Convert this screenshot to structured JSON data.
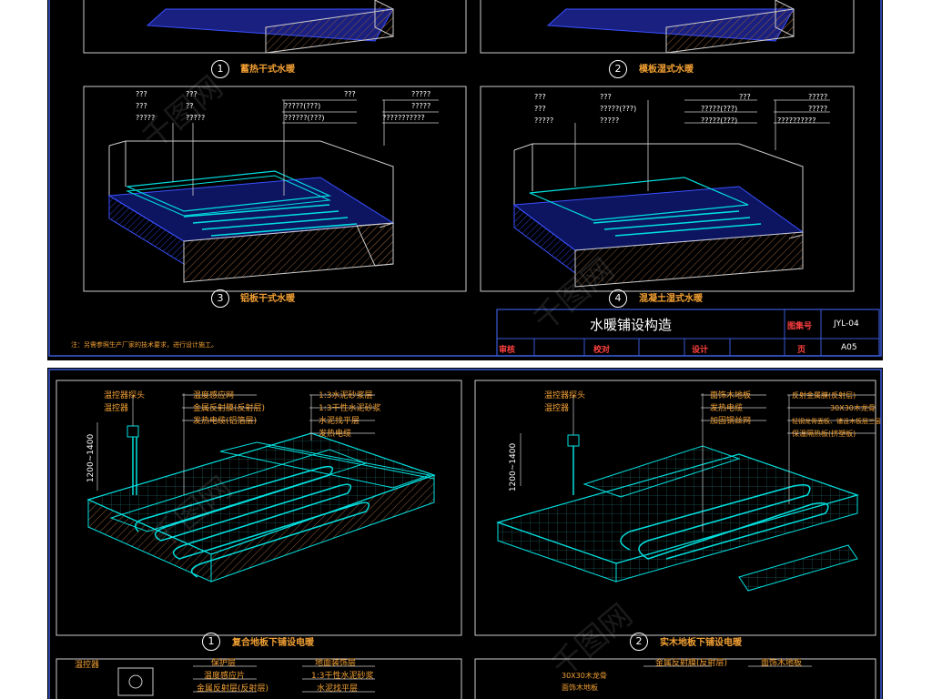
{
  "sheet1": {
    "details": [
      {
        "num": "1",
        "caption": "蓄热干式水暖"
      },
      {
        "num": "2",
        "caption": "模板湿式水暖"
      },
      {
        "num": "3",
        "caption": "铝板干式水暖"
      },
      {
        "num": "4",
        "caption": "混凝土湿式水暖"
      }
    ],
    "d3_labels": [
      "???",
      "???",
      "?????",
      "???",
      "??",
      "?????",
      "???",
      "?????(???)",
      "??????(???)",
      "?????",
      "?????",
      "???????????"
    ],
    "d4_labels": [
      "???",
      "???",
      "?????",
      "???",
      "?????(???)",
      "?????",
      "???",
      "?????(???)",
      "?????(???)",
      "?????",
      "?????",
      "??????????"
    ],
    "title_block": {
      "title": "水暖铺设构造",
      "drawing_no_label": "图集号",
      "drawing_no": "JYL-04",
      "review": "审核",
      "check": "校对",
      "design": "设计",
      "page_label": "页",
      "page": "A05"
    },
    "note": "注：另需参照生产厂家的技术要求，进行设计施工。"
  },
  "sheet2": {
    "details": [
      {
        "num": "1",
        "caption": "复合地板下铺设电暖"
      },
      {
        "num": "2",
        "caption": "实木地板下铺设电暖"
      }
    ],
    "dim": "1200~1400",
    "d1_left": [
      "温控器探头",
      "温控器"
    ],
    "d1_mid": [
      "温度感应网",
      "金属反射膜(反射层)",
      "发热电缆(铝箔层)"
    ],
    "d1_right": [
      "1:3水泥砂浆层",
      "1:3干性水泥砂浆",
      "水泥找平层",
      "发热电缆"
    ],
    "d2_left": [
      "温控器探头",
      "温控器"
    ],
    "d2_mid": [
      "面饰木地板",
      "发热电缆",
      "加固钢丝网"
    ],
    "d2_right": [
      "反射金属膜(反射层)",
      "30X30木龙骨",
      "轻钢龙骨面板、铺设木板层三层",
      "保温隔热板(挤塑板)"
    ],
    "d3_left": [
      "温控器"
    ],
    "d3_mid": [
      "保护层",
      "温度感应片",
      "金属反射层(反射层)"
    ],
    "d3_right": [
      "地面装饰层",
      "1:3干性水泥砂浆",
      "水泥找平层"
    ],
    "d4_left": [
      "30X30木龙骨",
      "面饰木地板"
    ],
    "d4_mid": [
      "金属反射膜(反射层)"
    ],
    "d4_right": [
      "面饰木地板"
    ]
  },
  "watermark": "千图网"
}
